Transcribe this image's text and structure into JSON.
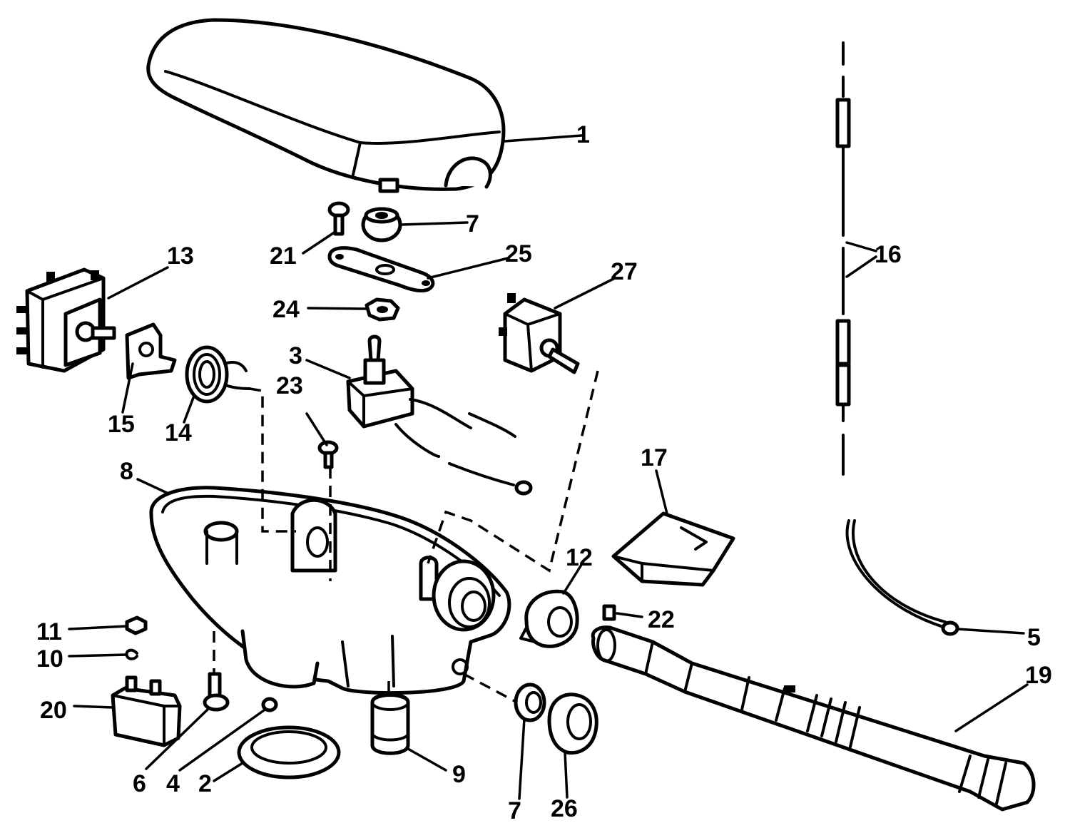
{
  "callouts": [
    {
      "id": "c1",
      "label": "1"
    },
    {
      "id": "c7a",
      "label": "7"
    },
    {
      "id": "c21",
      "label": "21"
    },
    {
      "id": "c25",
      "label": "25"
    },
    {
      "id": "c13",
      "label": "13"
    },
    {
      "id": "c27",
      "label": "27"
    },
    {
      "id": "c24",
      "label": "24"
    },
    {
      "id": "c16",
      "label": "16"
    },
    {
      "id": "c3",
      "label": "3"
    },
    {
      "id": "c23",
      "label": "23"
    },
    {
      "id": "c15",
      "label": "15"
    },
    {
      "id": "c14",
      "label": "14"
    },
    {
      "id": "c17",
      "label": "17"
    },
    {
      "id": "c8",
      "label": "8"
    },
    {
      "id": "c12",
      "label": "12"
    },
    {
      "id": "c22",
      "label": "22"
    },
    {
      "id": "c11",
      "label": "11"
    },
    {
      "id": "c10",
      "label": "10"
    },
    {
      "id": "c5",
      "label": "5"
    },
    {
      "id": "c20",
      "label": "20"
    },
    {
      "id": "c19",
      "label": "19"
    },
    {
      "id": "c6",
      "label": "6"
    },
    {
      "id": "c4",
      "label": "4"
    },
    {
      "id": "c2",
      "label": "2"
    },
    {
      "id": "c9",
      "label": "9"
    },
    {
      "id": "c7b",
      "label": "7"
    },
    {
      "id": "c26",
      "label": "26"
    }
  ]
}
